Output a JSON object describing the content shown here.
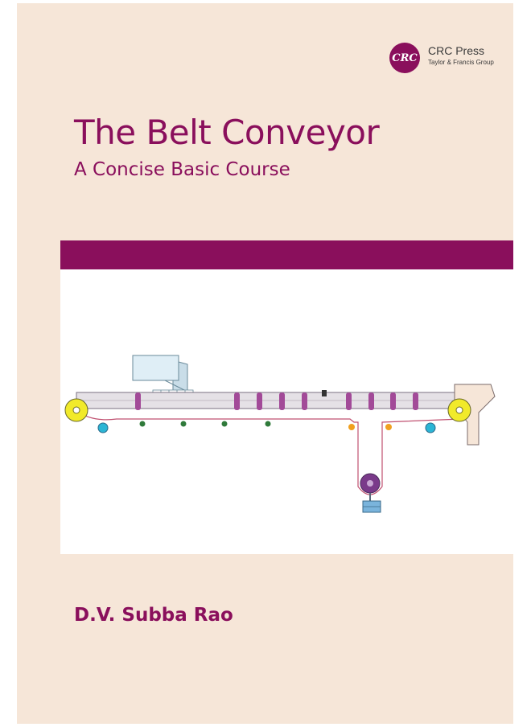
{
  "publisher": {
    "logo_text": "CRC",
    "name": "CRC Press",
    "group": "Taylor & Francis Group"
  },
  "book": {
    "title": "The Belt Conveyor",
    "subtitle": "A Concise Basic Course",
    "author": "D.V. Subba Rao"
  },
  "colors": {
    "accent": "#8a0f5c",
    "background": "#f6e6d8"
  },
  "illustration": {
    "subject": "belt conveyor schematic",
    "icons": [
      "hopper-icon",
      "head-pulley-icon",
      "tail-pulley-icon",
      "carrying-idler-icon",
      "return-idler-icon",
      "gravity-take-up-icon",
      "counterweight-icon"
    ]
  }
}
